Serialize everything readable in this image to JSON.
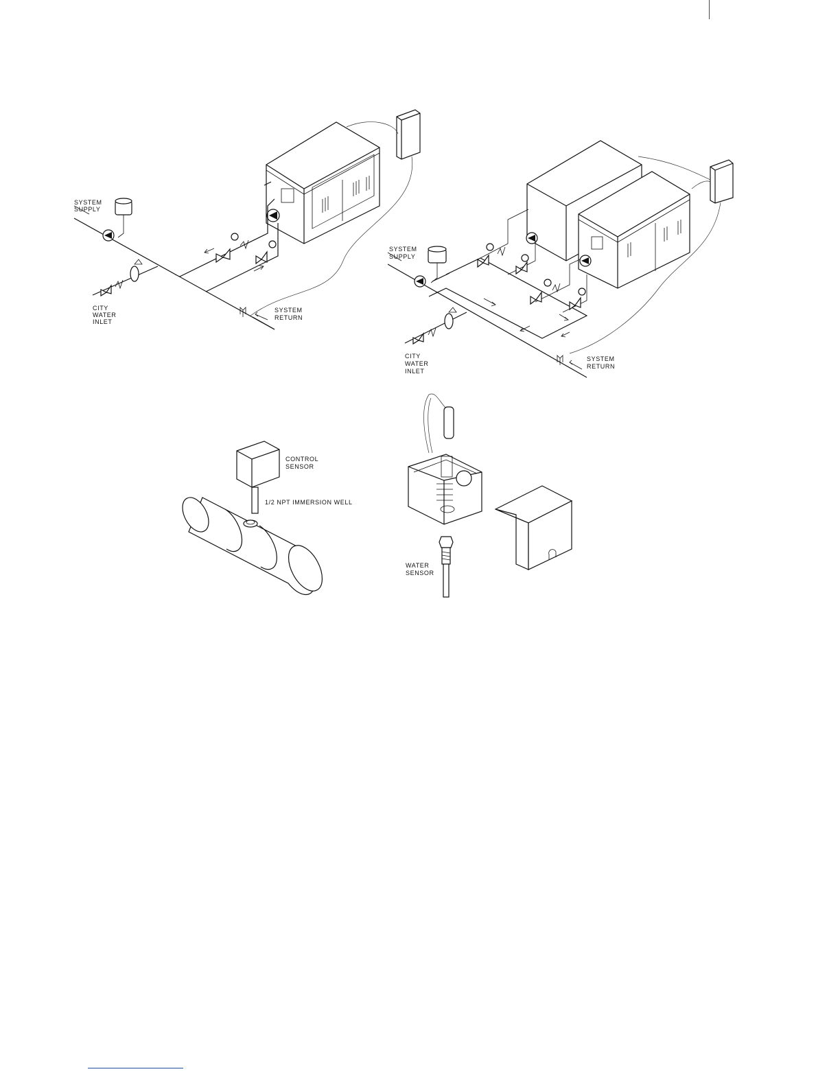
{
  "accent_color": "#1f4e9c",
  "labels": {
    "single": {
      "supply_1": "SYSTEM",
      "supply_2": "SUPPLY",
      "city_1": "CITY",
      "city_2": "WATER",
      "city_3": "INLET",
      "return_1": "SYSTEM",
      "return_2": "RETURN"
    },
    "dual": {
      "supply_1": "SYSTEM",
      "supply_2": "SUPPLY",
      "city_1": "CITY",
      "city_2": "WATER",
      "city_3": "INLET",
      "return_1": "SYSTEM",
      "return_2": "RETURN"
    },
    "well": {
      "control_1": "CONTROL",
      "control_2": "SENSOR",
      "immersion": "1/2 NPT IMMERSION WELL"
    },
    "sensor": {
      "water_1": "WATER",
      "water_2": "SENSOR"
    }
  },
  "icons": [
    "boiler-unit",
    "control-panel",
    "circulator-pump",
    "expansion-tank",
    "valve",
    "check-valve",
    "pressure-gauge",
    "immersion-well",
    "sensor-enclosure"
  ]
}
